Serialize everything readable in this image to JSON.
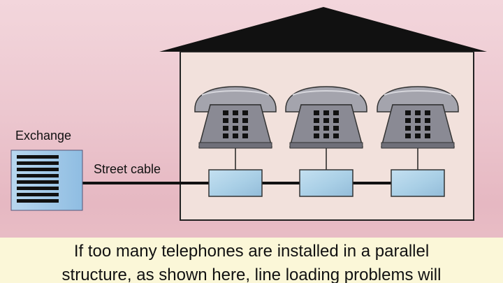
{
  "labels": {
    "exchange": "Exchange",
    "street_cable": "Street cable"
  },
  "caption": {
    "line1": "If too many telephones are installed in a parallel",
    "line2": "structure, as shown here, line loading problems will"
  },
  "colors": {
    "background": "#eccbd2",
    "house_fill": "#f2e1dc",
    "roof": "#111111",
    "phone_body": "#8a8a94",
    "phone_handset": "#a4a4ad",
    "phone_keys": "#111111",
    "box_fill": "#a9cfe6",
    "exchange_fill": "#9ec8e8",
    "cable": "#111111",
    "caption_bg": "#fbf7d8"
  },
  "icons": {
    "telephone": "telephone-icon",
    "exchange": "exchange-icon",
    "junction_box": "junction-box-icon"
  }
}
